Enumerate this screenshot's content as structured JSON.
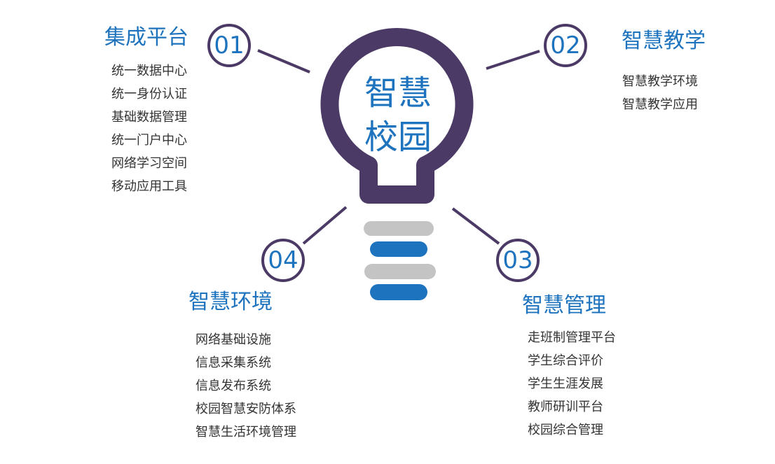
{
  "center": {
    "line1": "智慧",
    "line2": "校园"
  },
  "sections": [
    {
      "number": "01",
      "title": "集成平台",
      "items": [
        "统一数据中心",
        "统一身份认证",
        "基础数据管理",
        "统一门户中心",
        "网络学习空间",
        "移动应用工具"
      ]
    },
    {
      "number": "02",
      "title": "智慧教学",
      "items": [
        "智慧教学环境",
        "智慧教学应用"
      ]
    },
    {
      "number": "03",
      "title": "智慧管理",
      "items": [
        "走班制管理平台",
        "学生综合评价",
        "学生生涯发展",
        "教师研训平台",
        "校园综合管理"
      ]
    },
    {
      "number": "04",
      "title": "智慧环境",
      "items": [
        "网络基础设施",
        "信息采集系统",
        "信息发布系统",
        "校园智慧安防体系",
        "智慧生活环境管理"
      ]
    }
  ],
  "colors": {
    "bulb": "#4b3a66",
    "accent_blue": "#1e73be",
    "base_gray": "#c4c4c4",
    "text": "#333333"
  }
}
